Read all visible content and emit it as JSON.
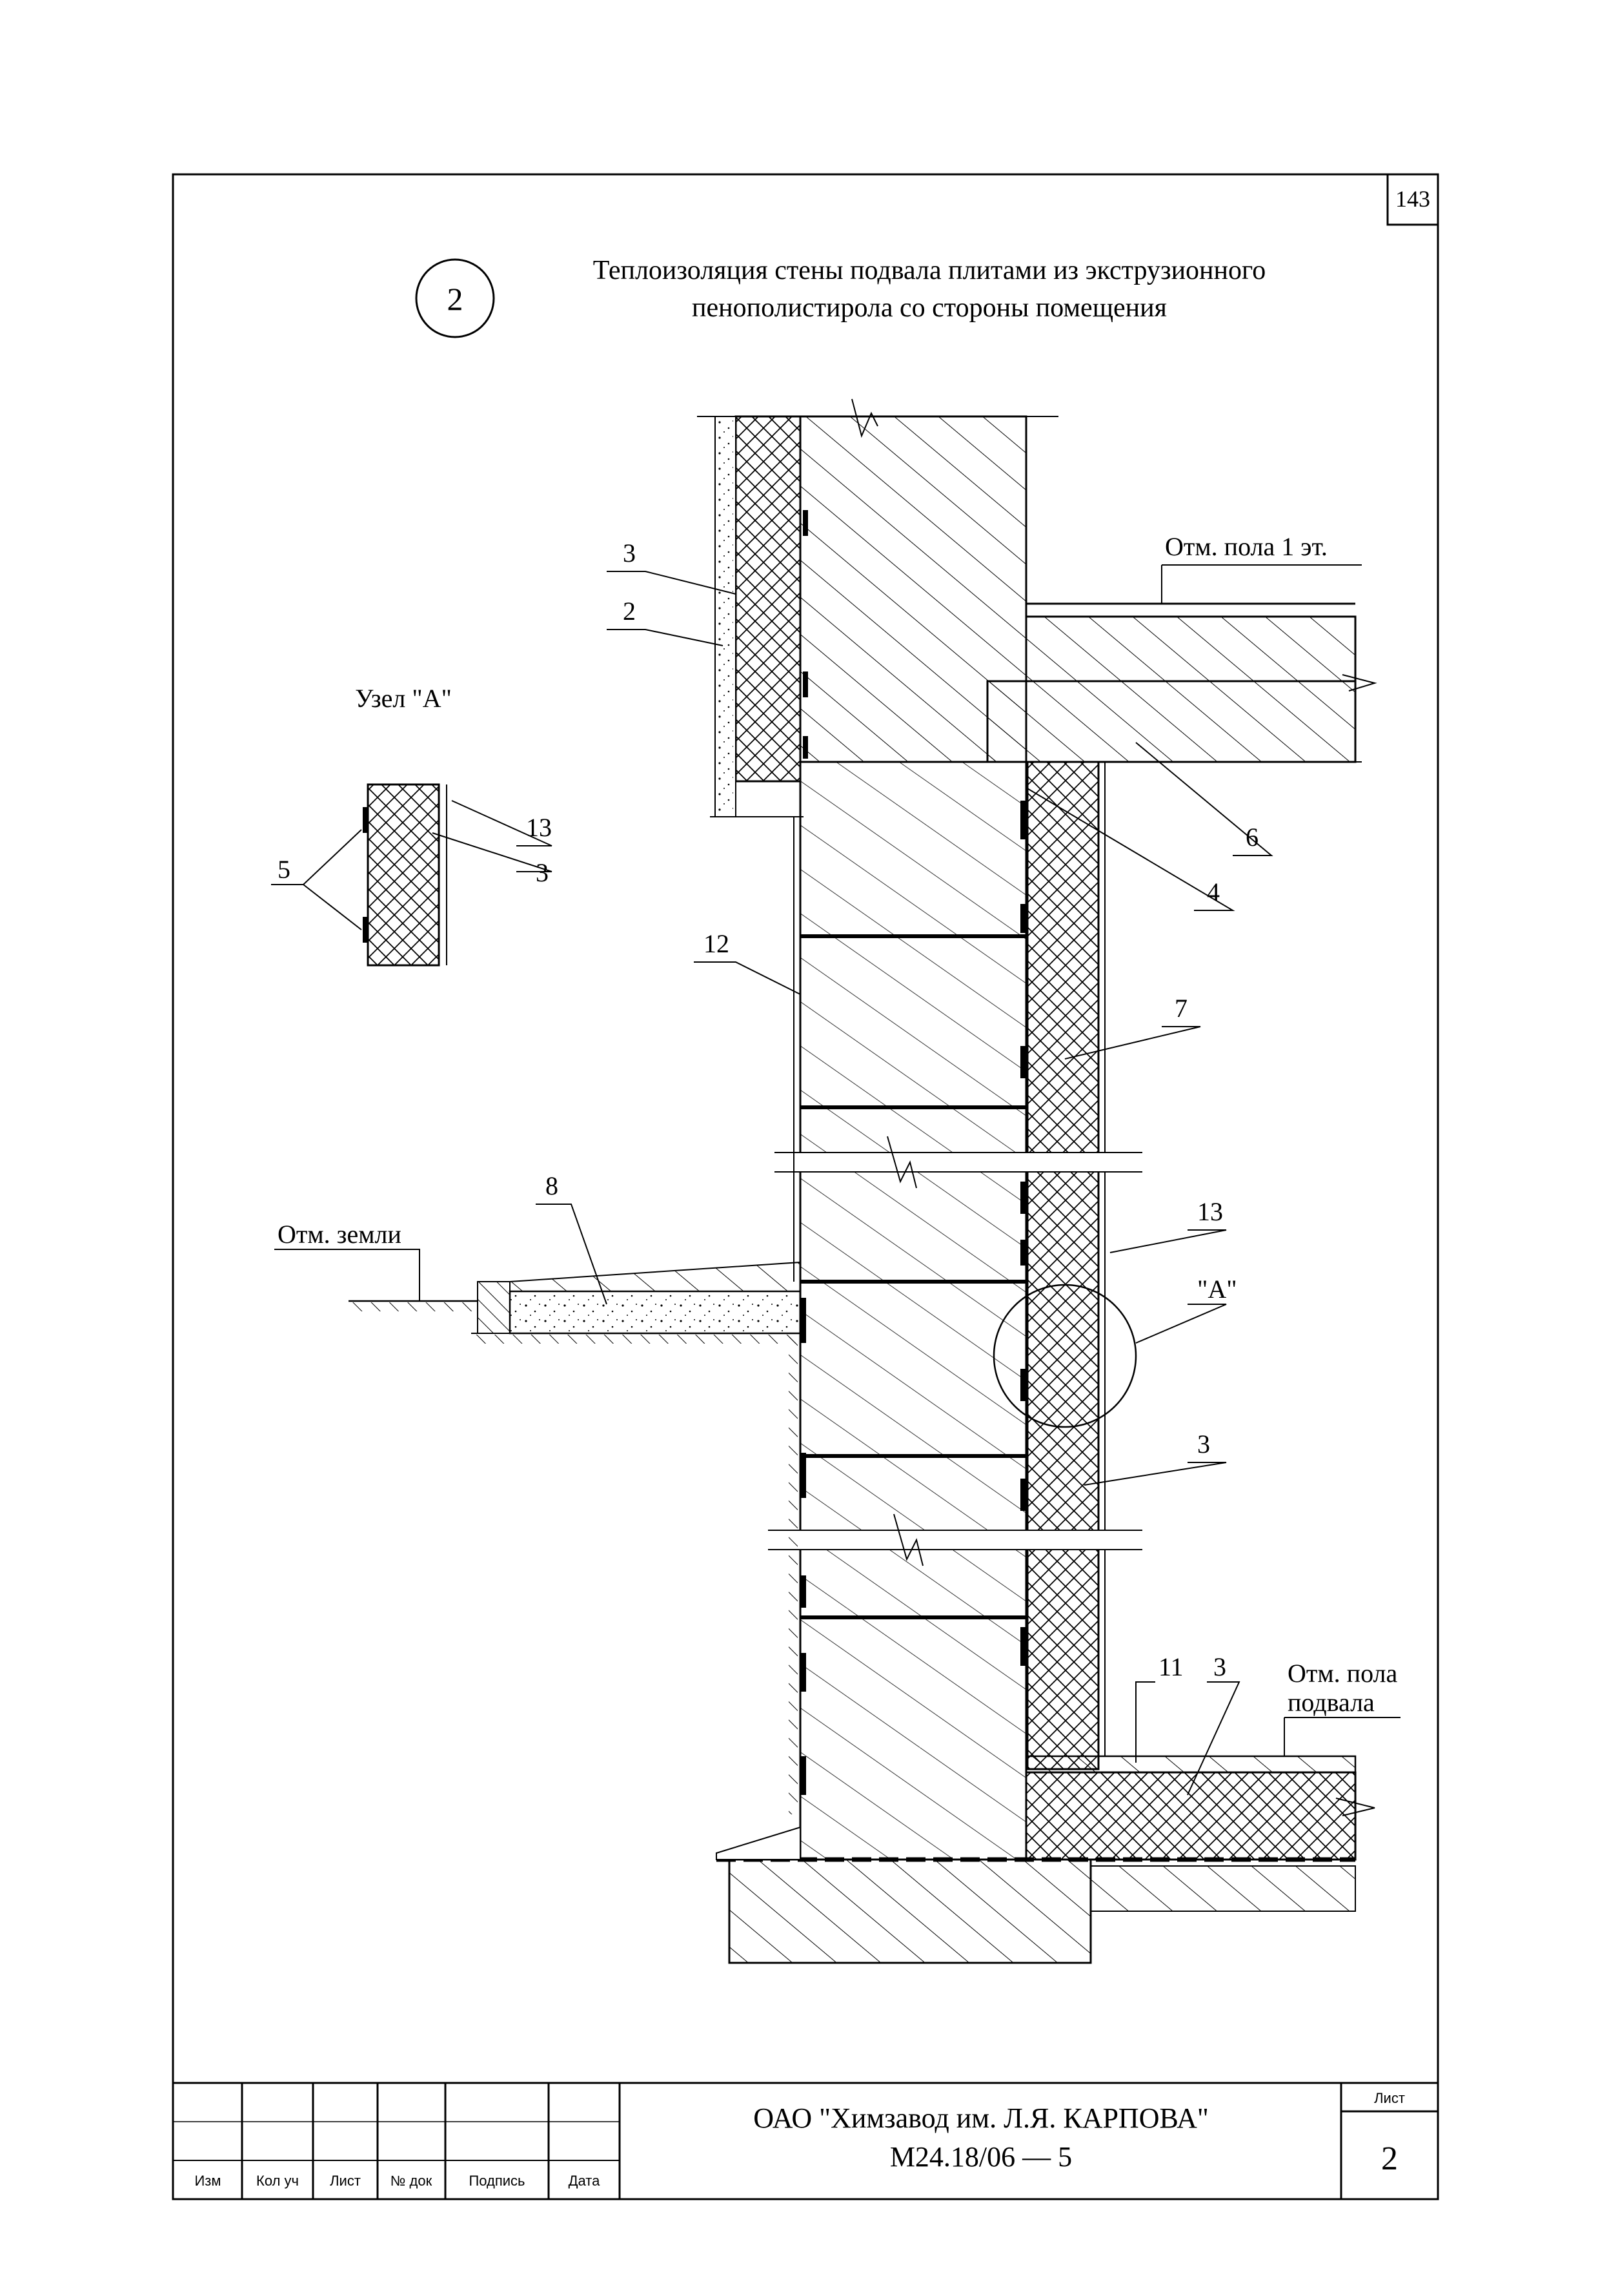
{
  "sheet": {
    "page_number": "143",
    "detail_number": "2",
    "title_line1": "Теплоизоляция стены подвала плитами из экструзионного",
    "title_line2": "пенополистирола со стороны помещения",
    "node_title": "Узел \"А\"",
    "node_marker": "\"А\""
  },
  "levels": {
    "floor_1": "Отм. пола 1 эт.",
    "ground": "Отм. земли",
    "basement_floor_line1": "Отм. пола",
    "basement_floor_line2": "подвала"
  },
  "callouts": {
    "n2": "2",
    "n3": "3",
    "n4": "4",
    "n5": "5",
    "n6": "6",
    "n7": "7",
    "n8": "8",
    "n11": "11",
    "n12": "12",
    "n13": "13"
  },
  "title_block": {
    "col_izm": "Изм",
    "col_kol": "Кол уч",
    "col_list": "Лист",
    "col_ndok": "№ док",
    "col_podpis": "Подпись",
    "col_data": "Дата",
    "organization": "ОАО \"Химзавод им. Л.Я. КАРПОВА\"",
    "document_code": "М24.18/06 — 5",
    "sheet_label": "Лист",
    "sheet_number": "2"
  }
}
